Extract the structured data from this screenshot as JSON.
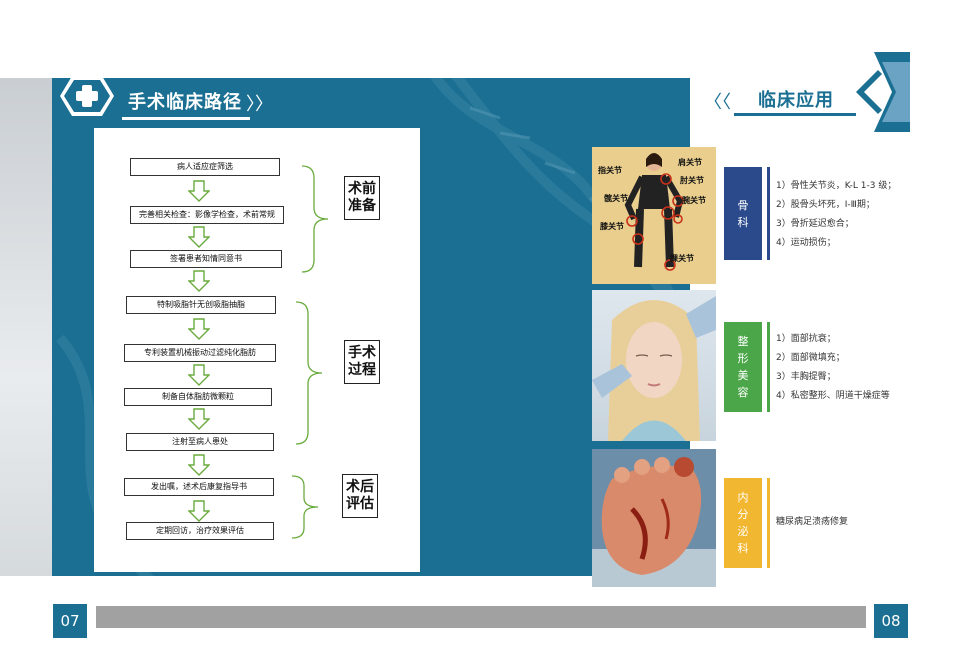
{
  "left": {
    "title": "手术临床路径",
    "steps": [
      "病人适应症筛选",
      "完善相关检查：影像学检查，术前常规",
      "签署患者知情同意书",
      "特制吸脂针无创吸脂抽脂",
      "专利装置机械振动过滤纯化脂肪",
      "制备自体脂肪微颗粒",
      "注射至病人患处",
      "发出嘱，述术后康复指导书",
      "定期回访，治疗效果评估"
    ],
    "phases": [
      "术前准备",
      "手术过程",
      "术后评估"
    ],
    "page_number": "07"
  },
  "right": {
    "title": "临床应用",
    "joint_labels": [
      "指关节",
      "肩关节",
      "肘关节",
      "髋关节",
      "腕关节",
      "膝关节",
      "踝关节"
    ],
    "sections": [
      {
        "category": "骨科",
        "color": "#2a4a8c",
        "items": [
          "1）骨性关节炎，K-L 1-3 级；",
          "2）股骨头坏死，Ⅰ-Ⅲ期；",
          "3）骨折延迟愈合；",
          "4）运动损伤；"
        ]
      },
      {
        "category": "整形美容",
        "color": "#4aa648",
        "items": [
          "1）面部抗衰；",
          "2）面部微填充；",
          "3）丰胸提臀；",
          "4）私密整形、阴道干燥症等"
        ]
      },
      {
        "category": "内分泌科",
        "color": "#f2b731",
        "items": [
          "糖尿病足溃疡修复"
        ]
      }
    ],
    "page_number": "08"
  }
}
